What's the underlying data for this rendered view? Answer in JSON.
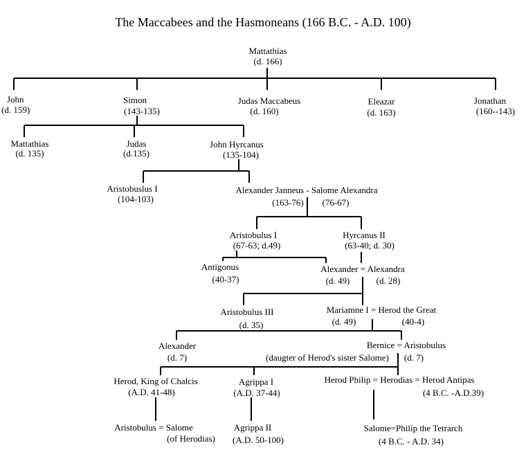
{
  "title": "The Maccabees and the Hasmoneans (166 B.C. - A.D. 100)",
  "labels": {
    "mattathias_name": "Mattathias",
    "mattathias_date": "(d. 166)",
    "john_name": "John",
    "john_date": "(d. 159)",
    "simon_name": "Simon",
    "simon_date": "(143-135)",
    "judas_maccabeus_name": "Judas Maccabeus",
    "judas_maccabeus_date": "(d. 160)",
    "eleazar_name": "Eleazar",
    "eleazar_date": "(d. 163)",
    "jonathan_name": "Jonathan",
    "jonathan_date": "(160--143)",
    "mattathias2_name": "Mattathias",
    "mattathias2_date": "(d. 135)",
    "judas_name": "Judas",
    "judas_date": "(d.135)",
    "john_hyrcanus_name": "John Hyrcanus",
    "john_hyrcanus_date": "(135-104)",
    "aristobulus1_name": "Aristobuslus I",
    "aristobulus1_date": "(104-103)",
    "alexander_janneus_name": "Alexander Janneus - Salome Alexandra",
    "alexander_janneus_date1": "(163-76)",
    "alexander_janneus_date2": "(76-67)",
    "aristobulus1b_name": "Aristobulus I",
    "aristobulus1b_date": "(67-63; d.49)",
    "hyrcanus2_name": "Hyrcanus  II",
    "hyrcanus2_date": "(63-40; d. 30)",
    "antigonus_name": "Antigonus",
    "antigonus_date": "(40-37)",
    "alexander_alexandra_name": "Alexander = Alexandra",
    "alexander_alexandra_date1": "(d. 49)",
    "alexander_alexandra_date2": "(d. 28)",
    "aristobulus3_name": "Aristobulus III",
    "aristobulus3_date": "(d. 35)",
    "mariamne_name": "Mariamne I = Herod the Great",
    "mariamne_date1": "(d. 49)",
    "mariamne_date2": "(40-4)",
    "alexander_name": "Alexander",
    "alexander_date": "(d. 7)",
    "bernice_name": "Bernice = Aristobulus",
    "bernice_note": "(daugter of Herod's sister Salome)",
    "bernice_date": "(d. 7)",
    "herod_chalcis_name": "Herod, King of Chalcis",
    "herod_chalcis_date": "(A.D. 41-48)",
    "agrippa1_name": "Agrippa I",
    "agrippa1_date": "(A.D. 37-44)",
    "herod_philip_name": "Herod Philip = Herodias = Herod Antipas",
    "herod_philip_date": "(4 B.C. -A.D.39)",
    "aristobulus_salome_name": "Aristobulus = Salome",
    "aristobulus_salome_note": "(of Herodias)",
    "agrippa2_name": "Agrippa II",
    "agrippa2_date": "(A.D. 50-100)",
    "salome_philip_name": "Salome=Philip the Tetrarch",
    "salome_philip_date": "(4 B.C. - A.D. 34)"
  }
}
